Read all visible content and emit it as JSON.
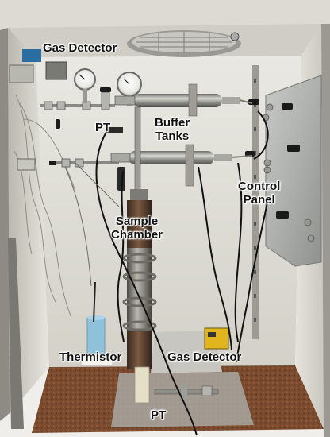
{
  "labels": {
    "gas_detector_top": "Gas Detector",
    "pt_upper": "PT",
    "buffer_tanks_line1": "Buffer",
    "buffer_tanks_line2": "Tanks",
    "control_panel_line1": "Control",
    "control_panel_line2": "Panel",
    "sample_chamber_line1": "Sample",
    "sample_chamber_line2": "Chamber",
    "thermistor": "Thermistor",
    "gas_detector_bottom": "Gas Detector",
    "pt_lower": "PT"
  }
}
